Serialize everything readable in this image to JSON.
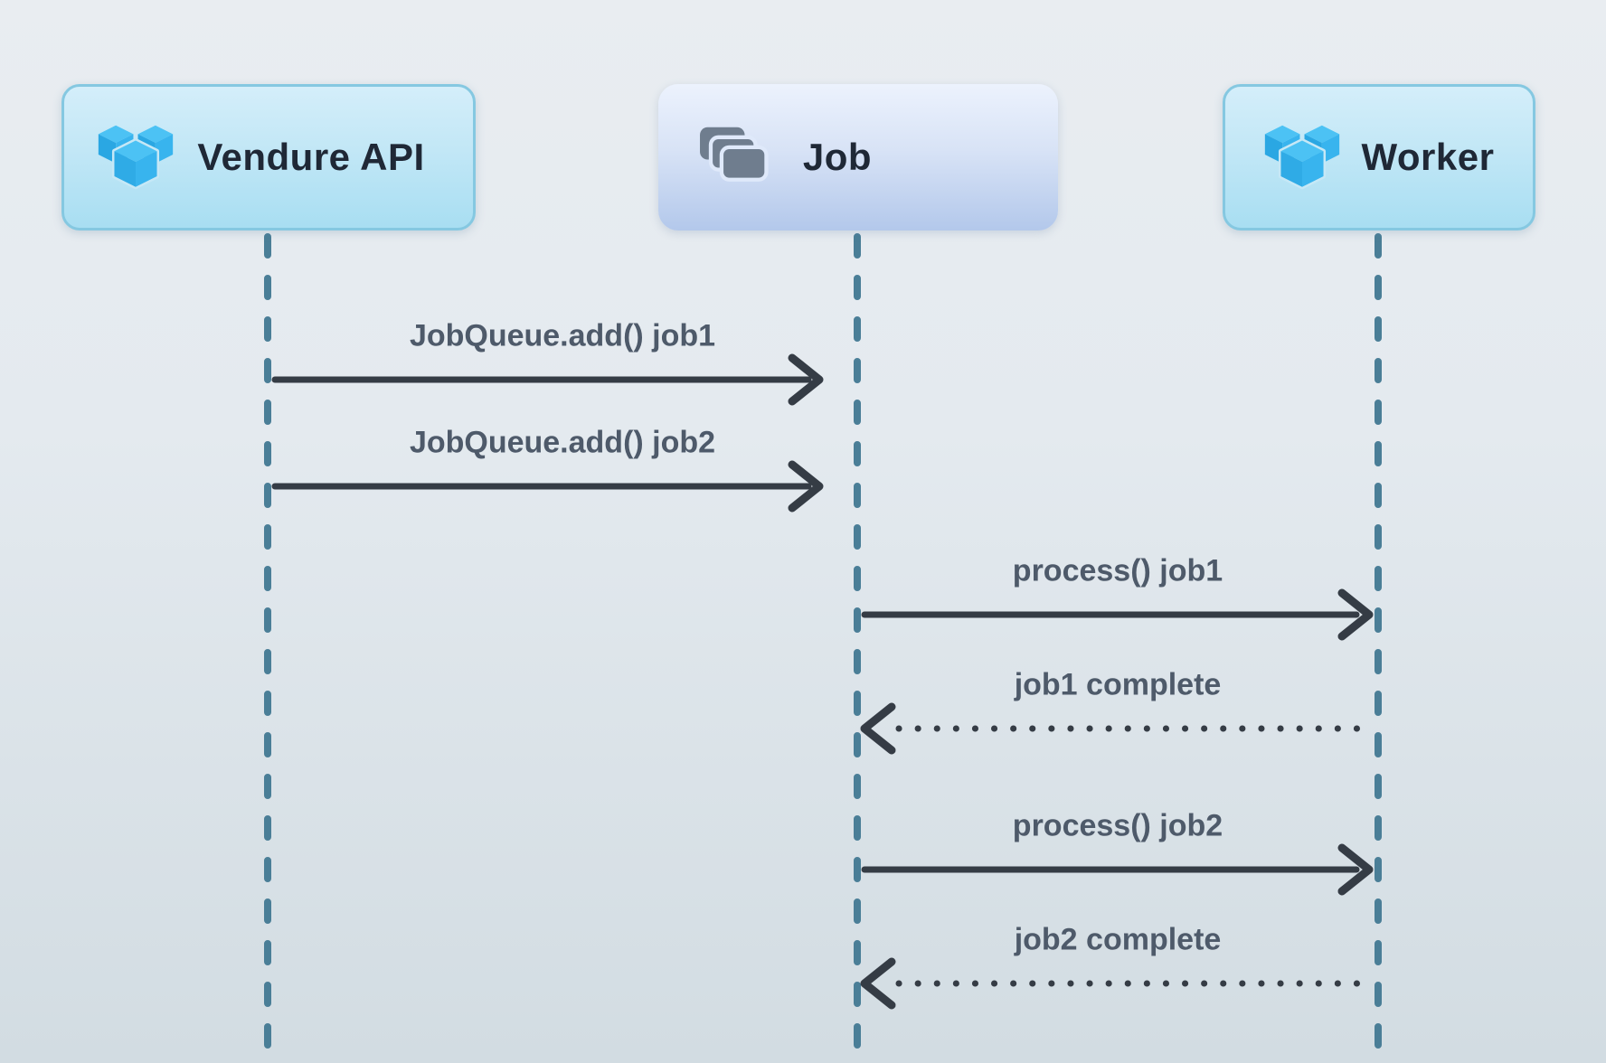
{
  "diagram": {
    "type": "sequence",
    "actors": [
      {
        "id": "vendure-api",
        "label": "Vendure API",
        "icon": "vendure-cubes-icon"
      },
      {
        "id": "job",
        "label": "Job",
        "icon": "stacked-cards-icon"
      },
      {
        "id": "worker",
        "label": "Worker",
        "icon": "vendure-cubes-icon"
      }
    ],
    "messages": [
      {
        "from": "Vendure API",
        "to": "Job",
        "label": "JobQueue.add() job1",
        "style": "solid"
      },
      {
        "from": "Vendure API",
        "to": "Job",
        "label": "JobQueue.add() job2",
        "style": "solid"
      },
      {
        "from": "Job",
        "to": "Worker",
        "label": "process() job1",
        "style": "solid"
      },
      {
        "from": "Worker",
        "to": "Job",
        "label": "job1 complete",
        "style": "dotted"
      },
      {
        "from": "Job",
        "to": "Worker",
        "label": "process() job2",
        "style": "solid"
      },
      {
        "from": "Worker",
        "to": "Job",
        "label": "job2 complete",
        "style": "dotted"
      }
    ],
    "colors": {
      "background_top": "#e9edf1",
      "background_bottom": "#d2dce2",
      "lifeline": "#4a7e97",
      "arrow": "#353c45",
      "message_text": "#4e5a6a",
      "actor_text": "#1f2836",
      "cyan_box_fill_top": "#d4eefa",
      "cyan_box_fill_bottom": "#a8def2",
      "cyan_box_border": "#85c8e1",
      "periwinkle_box_fill_top": "#ecf2fd",
      "periwinkle_box_fill_bottom": "#b3c8eb",
      "vendure_cube_blue": "#38b4ee",
      "cards_icon_gray": "#6f7d8e"
    }
  }
}
